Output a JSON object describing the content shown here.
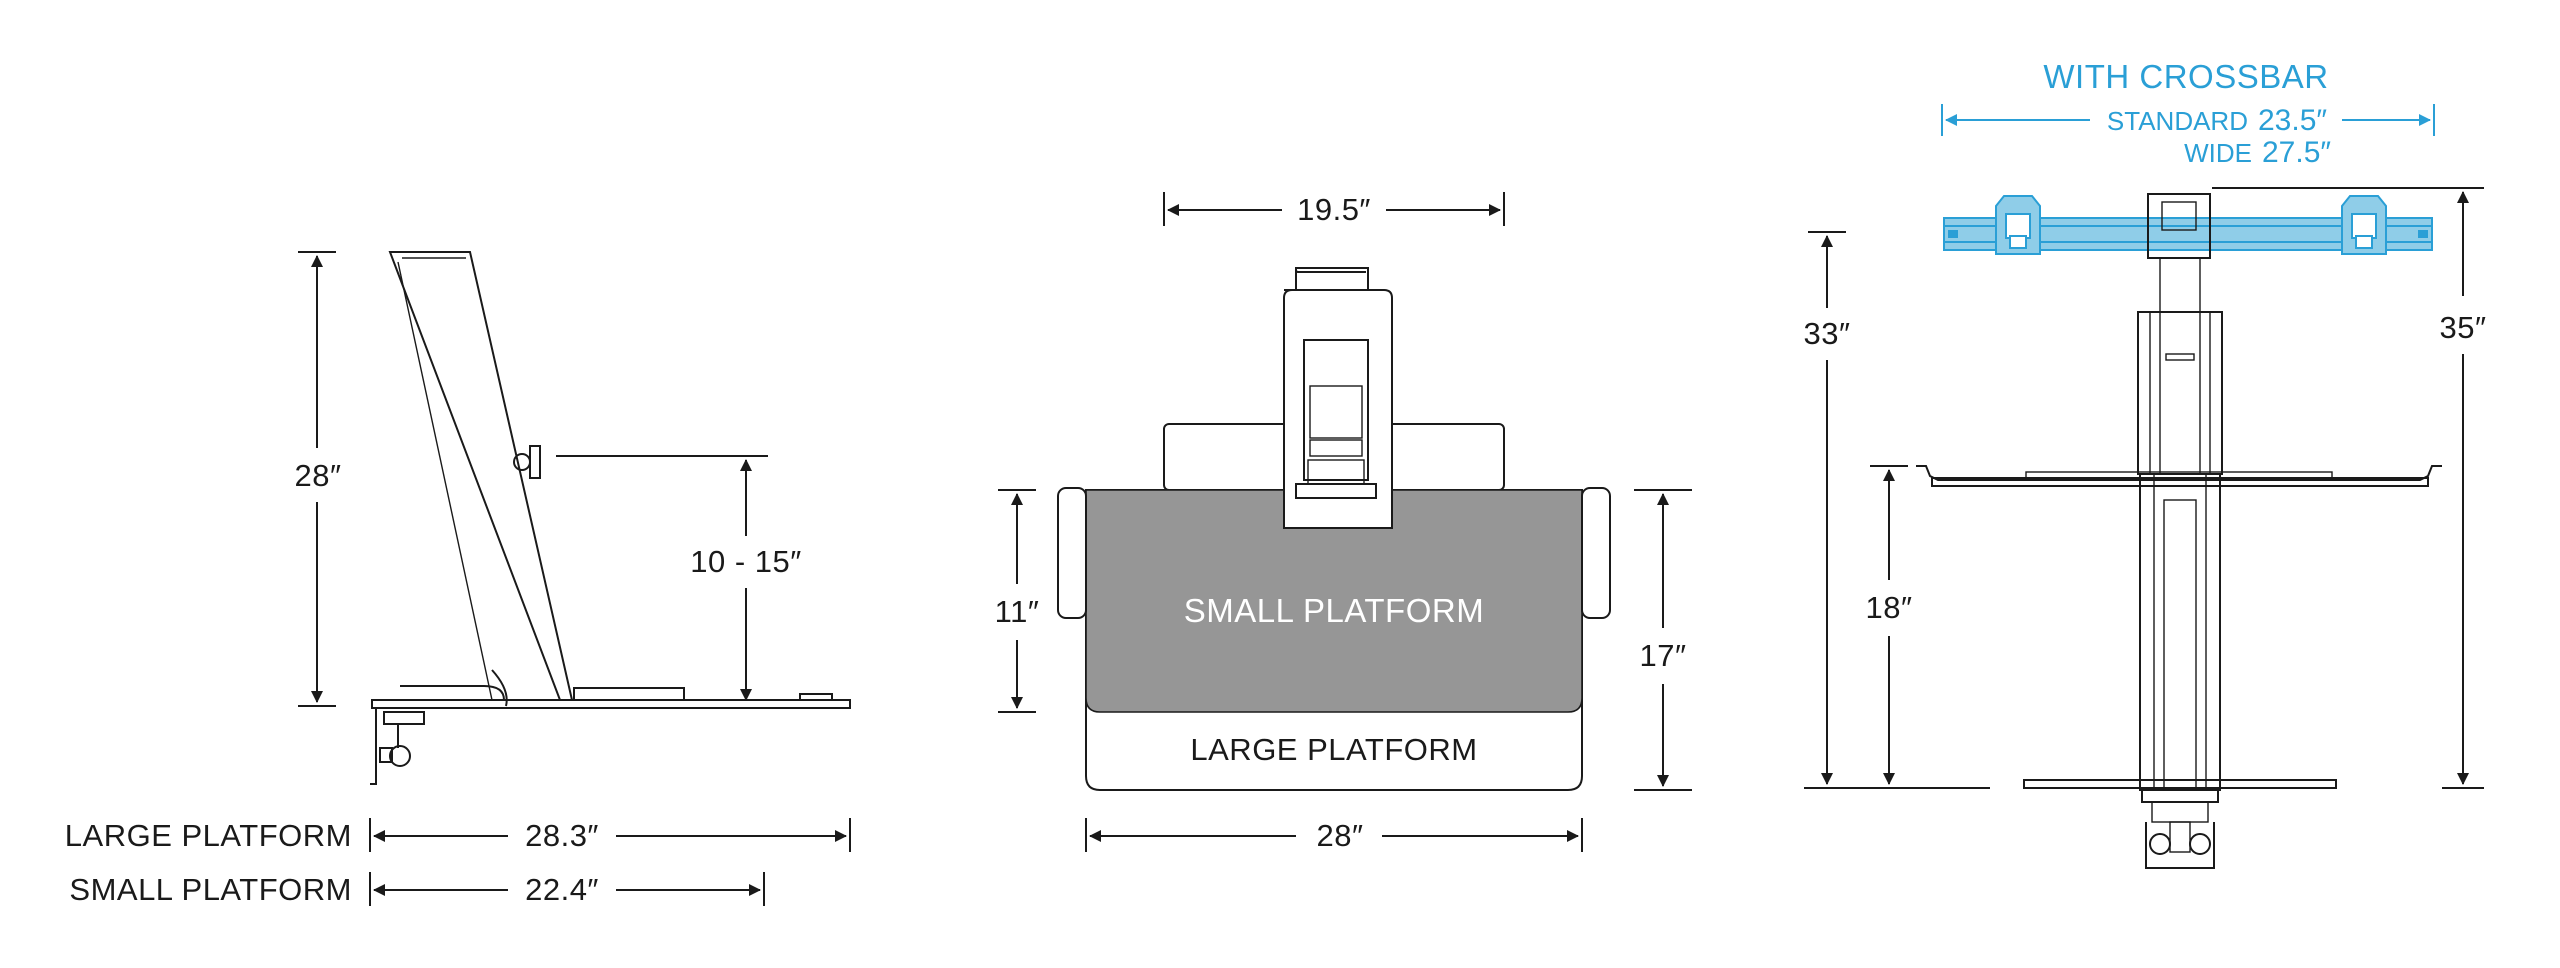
{
  "colors": {
    "ink": "#1a1a1a",
    "accent_blue": "#2a9fd6",
    "small_platform_fill": "#969696",
    "background": "#ffffff"
  },
  "side_view": {
    "height": "28″",
    "keyboard_height": "10 - 15″",
    "large_platform_label": "LARGE PLATFORM",
    "large_platform_depth": "28.3″",
    "small_platform_label": "SMALL PLATFORM",
    "small_platform_depth": "22.4″"
  },
  "top_view": {
    "width_top": "19.5″",
    "small_platform_label": "SMALL PLATFORM",
    "small_platform_depth": "11″",
    "large_platform_label": "LARGE PLATFORM",
    "large_platform_depth": "17″",
    "platform_width": "28″"
  },
  "front_view": {
    "crossbar_title": "WITH CROSSBAR",
    "standard_label": "STANDARD",
    "standard_value": "23.5″",
    "wide_label": "WIDE",
    "wide_value": "27.5″",
    "height_base": "33″",
    "height_crossbar": "35″",
    "platform_height": "18″"
  }
}
